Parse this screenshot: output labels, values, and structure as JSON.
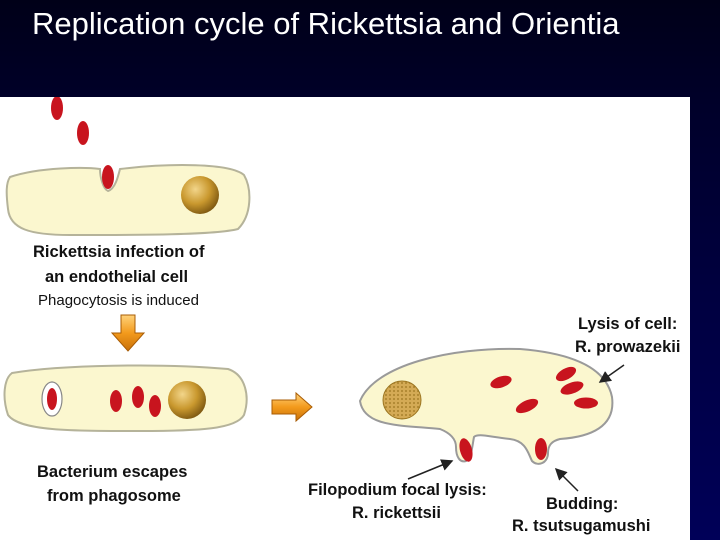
{
  "slide": {
    "title": "Replication cycle of Rickettsia and Orientia"
  },
  "diagram": {
    "step1": {
      "line1": "Rickettsia infection of",
      "line2": "an endothelial cell",
      "sub": "Phagocytosis is induced"
    },
    "step2": {
      "line1": "Bacterium escapes",
      "line2": "from phagosome"
    },
    "outcomes": {
      "lysis_line1": "Lysis of cell:",
      "lysis_line2": "R. prowazekii",
      "filopodium_line1": "Filopodium focal lysis:",
      "filopodium_line2": "R. rickettsii",
      "budding_line1": "Budding:",
      "budding_line2": "R. tsutsugamushi"
    }
  },
  "colors": {
    "cell_fill": "#fbf7cf",
    "bacterium": "#c8141e",
    "nucleus": "#b58a2a",
    "arrow": "#f09a14"
  }
}
